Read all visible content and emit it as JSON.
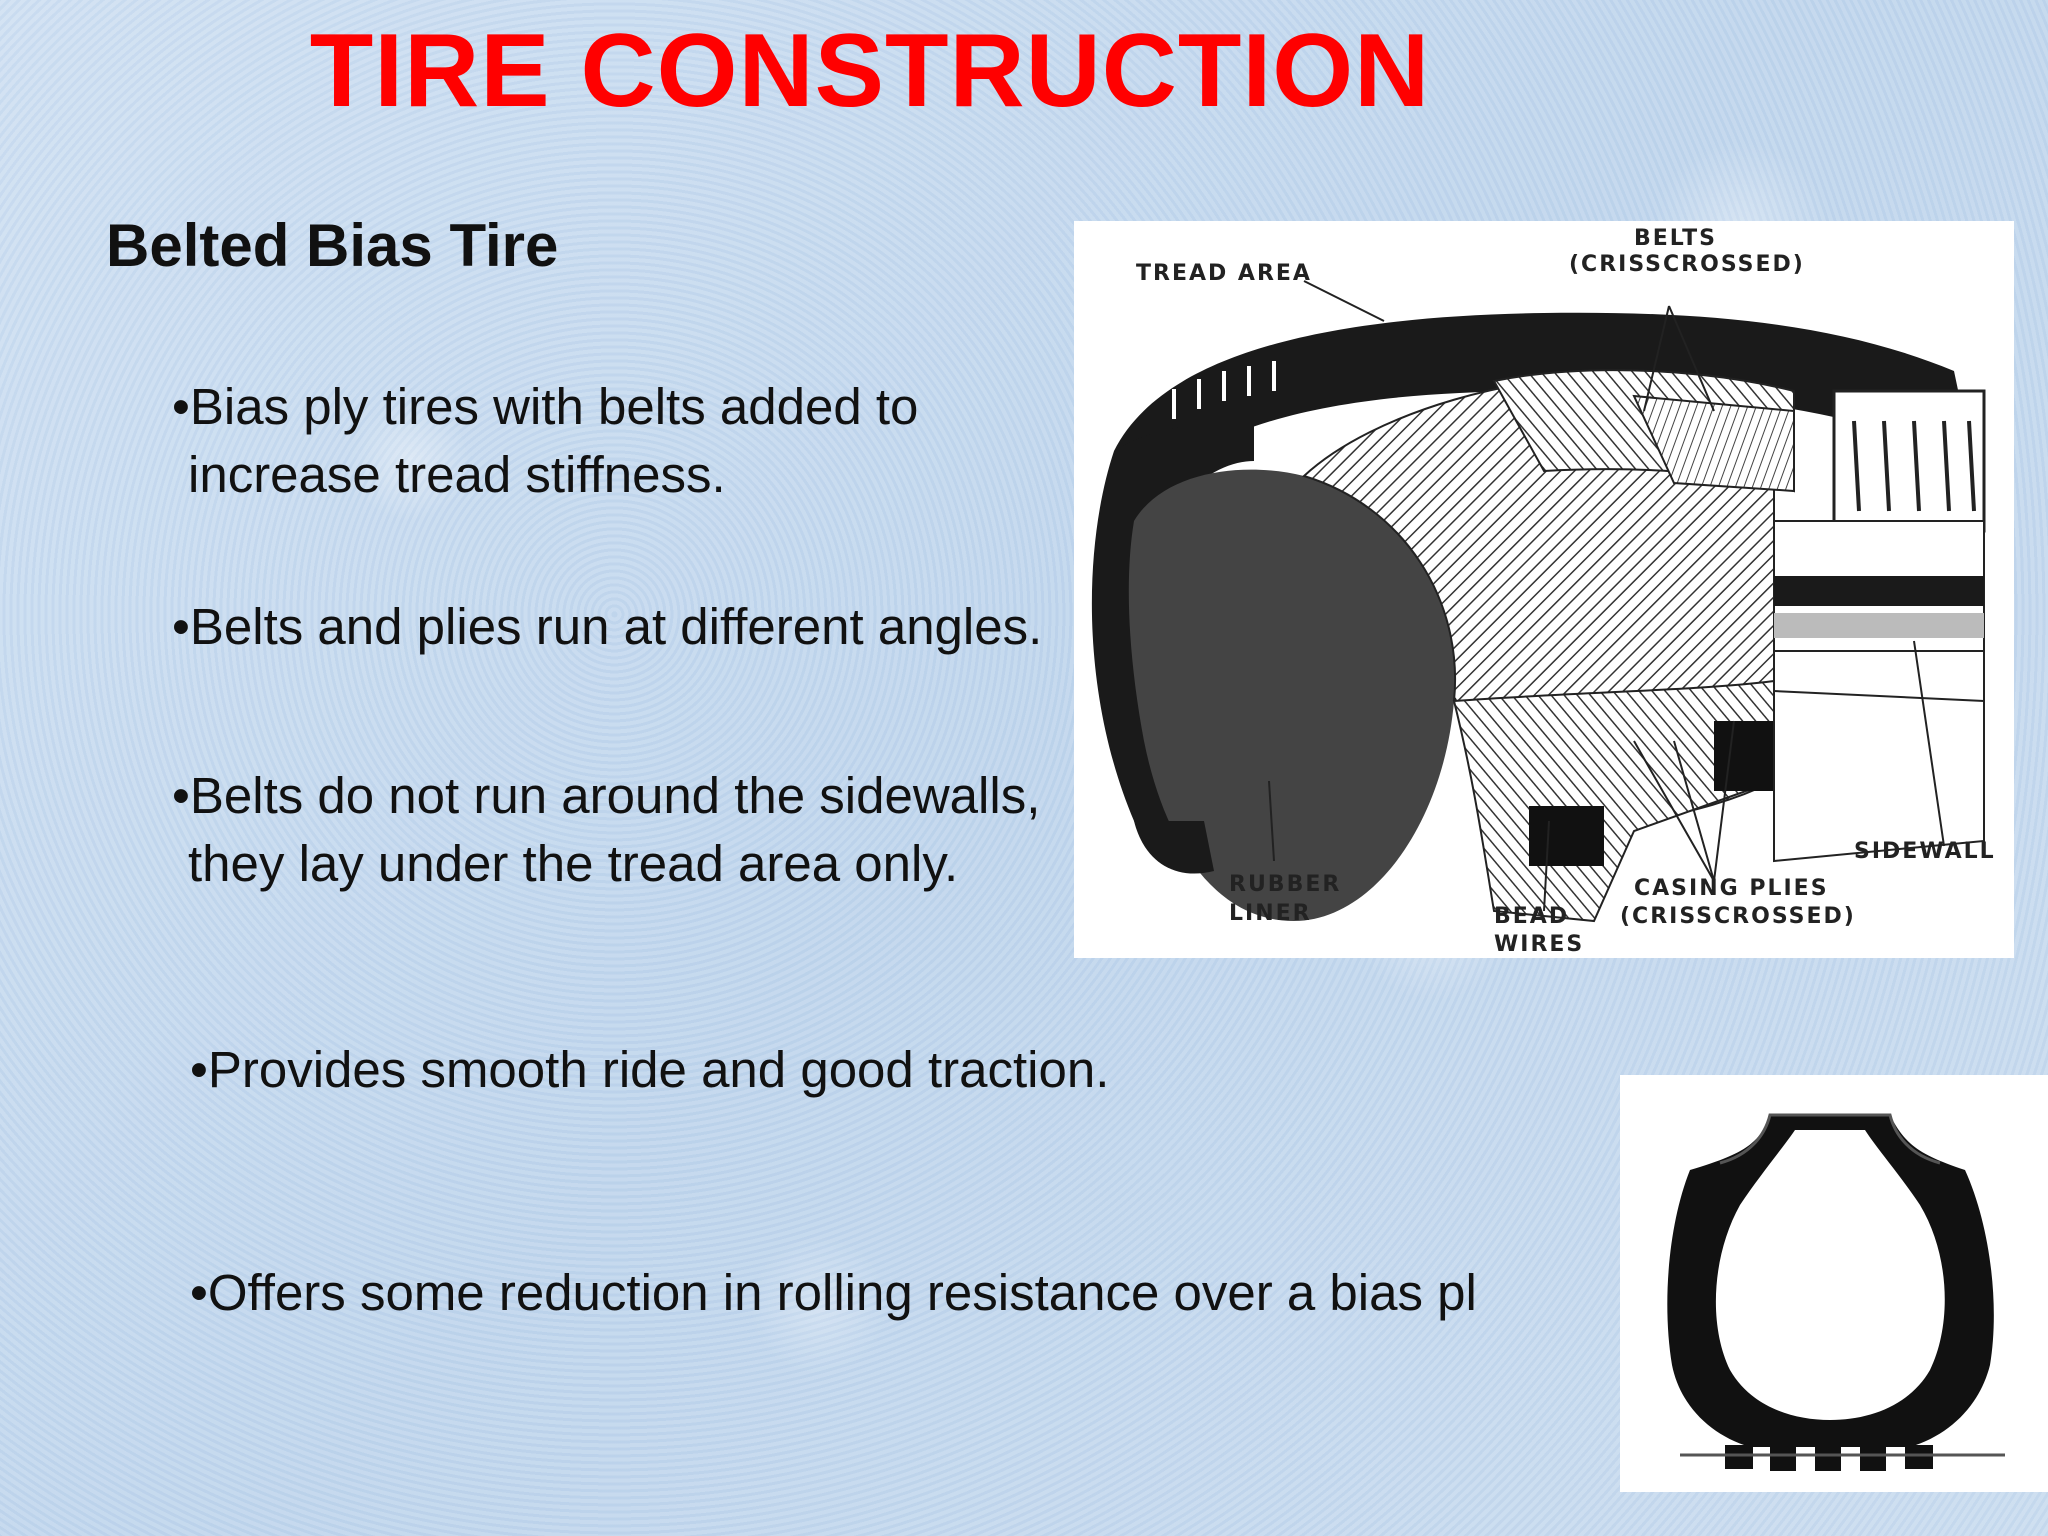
{
  "slide": {
    "title": "TIRE CONSTRUCTION",
    "subtitle": "Belted Bias Tire"
  },
  "bullets": [
    {
      "line1": "•Bias ply tires with belts added to",
      "line2": "increase tread stiffness."
    },
    {
      "line1": "•Belts and plies run at different angles."
    },
    {
      "line1": "•Belts do not run around the sidewalls,",
      "line2": "they lay under the tread area only."
    },
    {
      "line1": "•Provides smooth ride and good traction."
    },
    {
      "line1": "•Offers some reduction in rolling resistance over a bias pl"
    }
  ],
  "diagram": {
    "labels": {
      "tread_area": "TREAD AREA",
      "belts_1": "BELTS",
      "belts_2": "(CRISSCROSSED)",
      "rubber_liner_1": "RUBBER",
      "rubber_liner_2": "LINER",
      "bead_wires_1": "BEAD",
      "bead_wires_2": "WIRES",
      "casing_plies_1": "CASING PLIES",
      "casing_plies_2": "(CRISSCROSSED)",
      "sidewall": "SIDEWALL"
    }
  },
  "colors": {
    "title": "#ff0000",
    "text": "#111111",
    "background": "#c9dcef"
  }
}
